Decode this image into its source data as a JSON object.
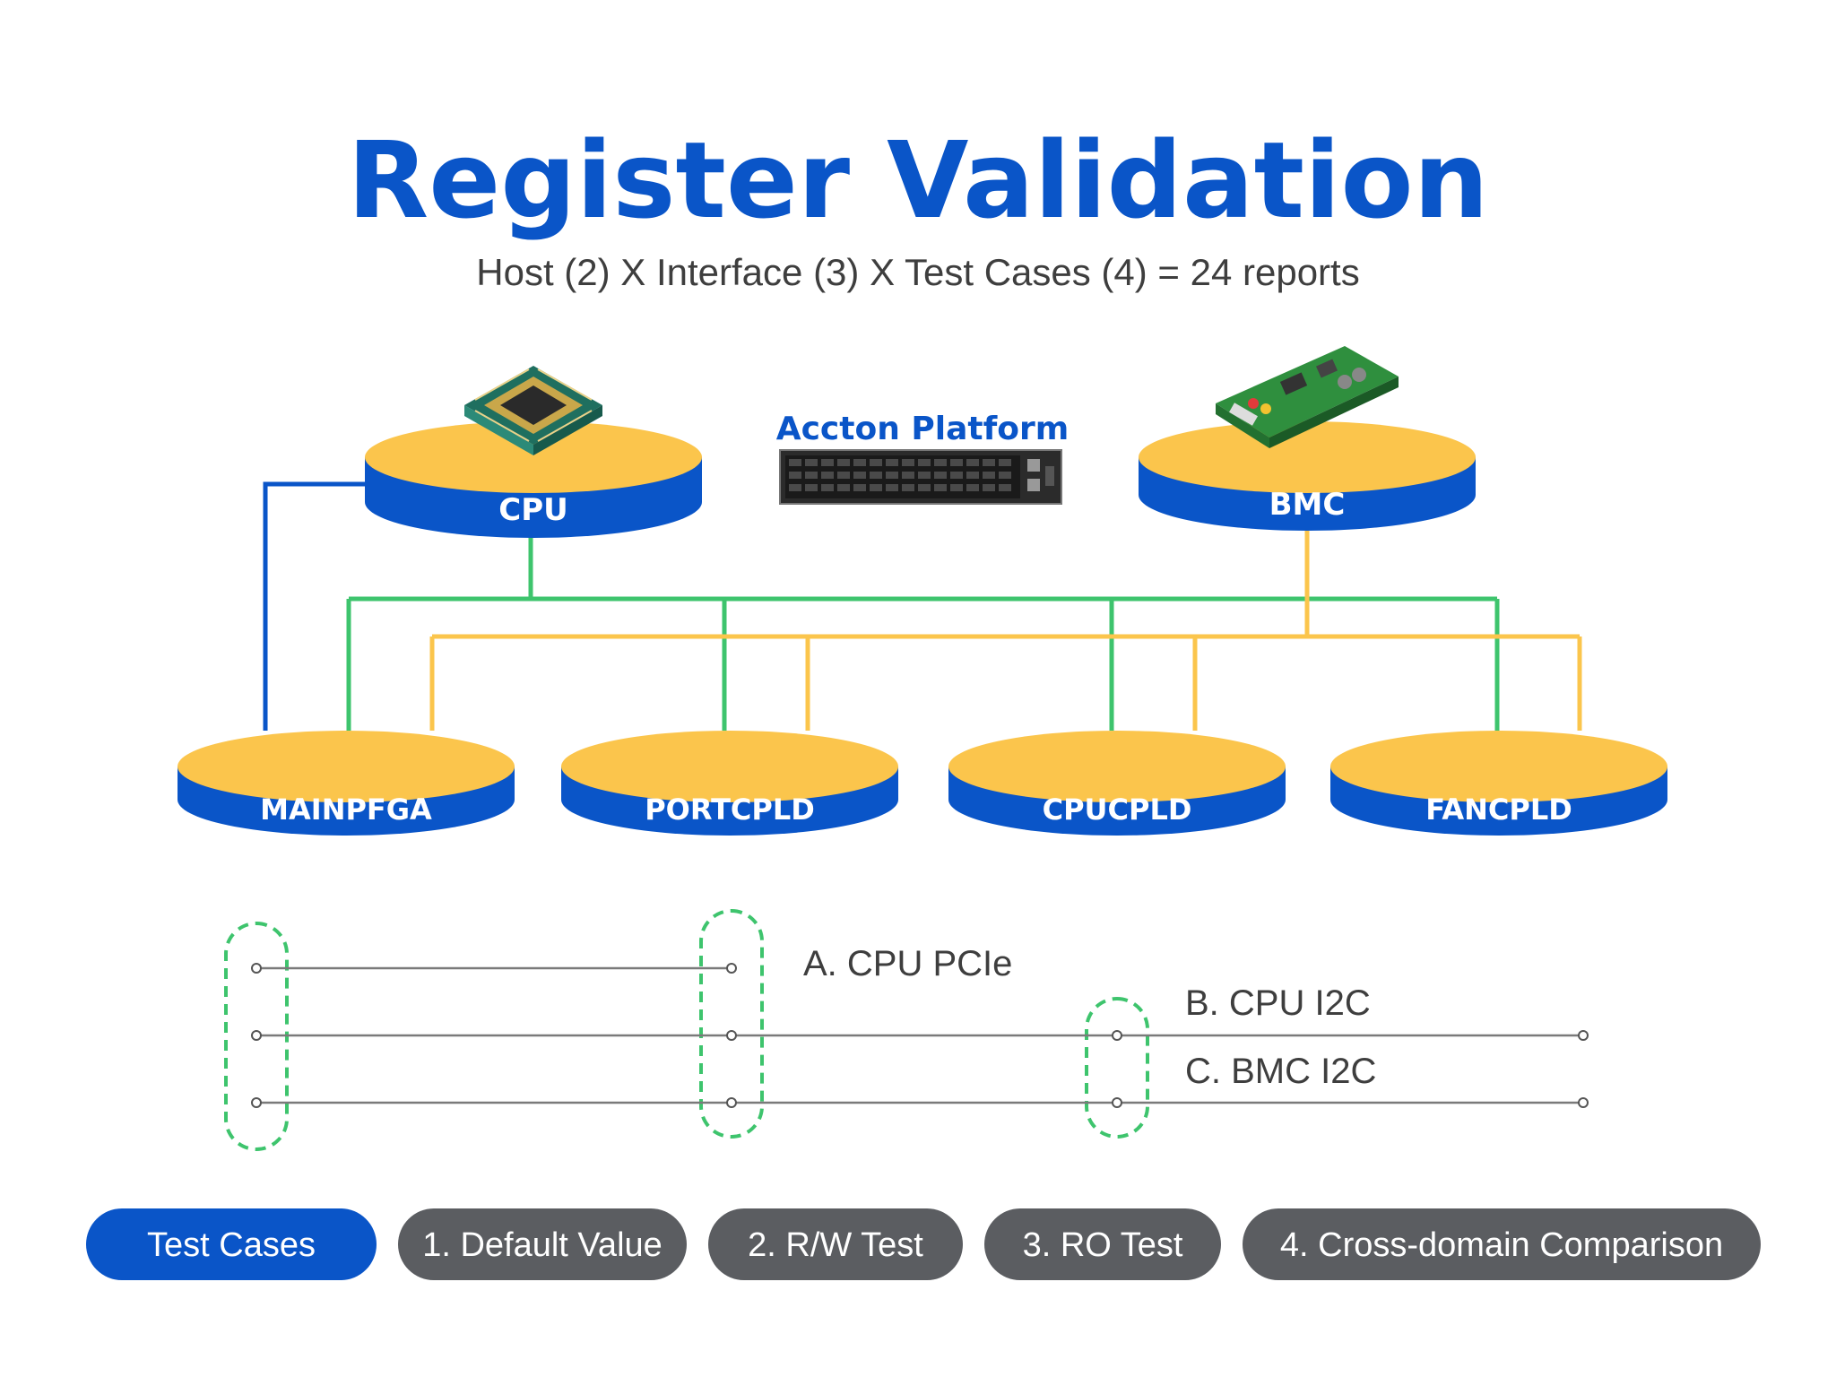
{
  "title": "Register Validation",
  "subtitle": "Host (2) X Interface (3) X Test Cases (4) = 24 reports",
  "platform_label": "Accton Platform",
  "hosts": [
    {
      "id": "cpu",
      "label": "CPU",
      "icon": "cpu-chip-icon"
    },
    {
      "id": "bmc",
      "label": "BMC",
      "icon": "circuit-board-icon"
    }
  ],
  "devices": [
    {
      "id": "mainpfga",
      "label": "MAINPFGA"
    },
    {
      "id": "portcpld",
      "label": "PORTCPLD"
    },
    {
      "id": "cpucpld",
      "label": "CPUCPLD"
    },
    {
      "id": "fancpld",
      "label": "FANCPLD"
    }
  ],
  "interfaces": [
    {
      "id": "a",
      "label": "A. CPU PCIe"
    },
    {
      "id": "b",
      "label": "B. CPU I2C"
    },
    {
      "id": "c",
      "label": "C. BMC I2C"
    }
  ],
  "test_cases": {
    "header": "Test Cases",
    "items": [
      "1. Default Value",
      "2. R/W Test",
      "3. RO Test",
      "4. Cross-domain Comparison"
    ]
  },
  "colors": {
    "brand_blue": "#0a55c8",
    "disk_yellow": "#fbc54c",
    "link_green": "#3ec46d",
    "link_yellow": "#fbc54c",
    "pill_gray": "#5b5d61",
    "line_gray": "#7a7a7a"
  }
}
